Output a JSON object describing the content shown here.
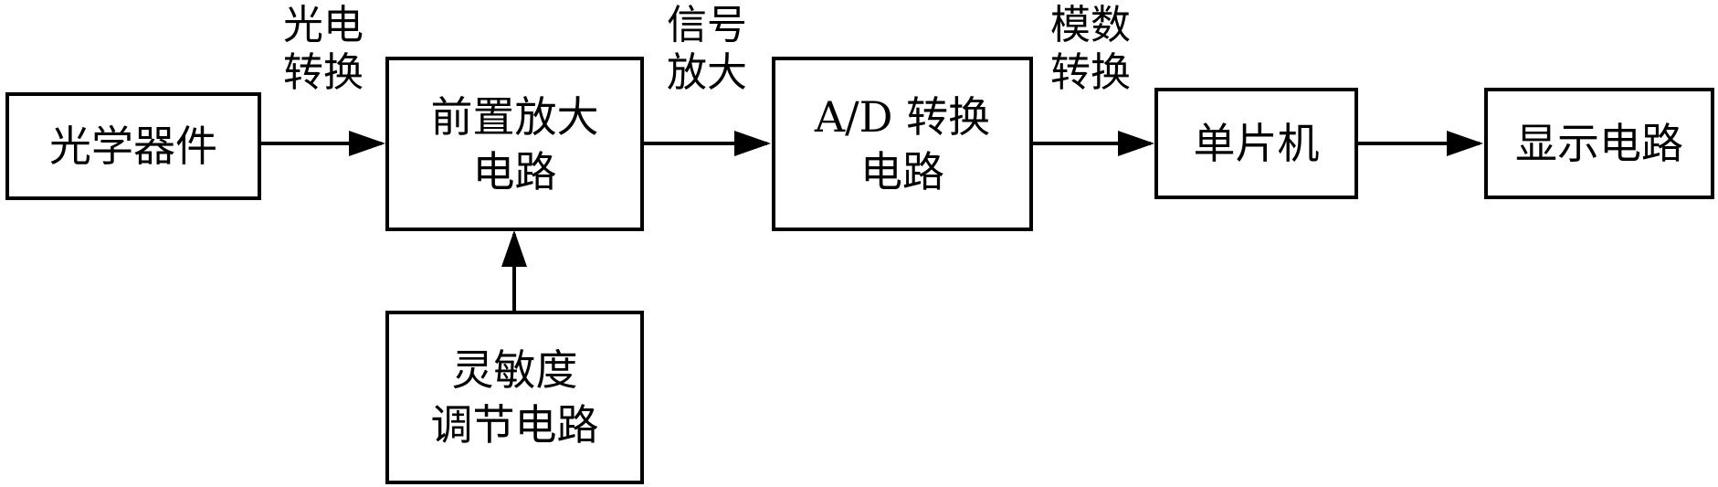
{
  "blocks": {
    "optical": [
      "光学器件"
    ],
    "preamp": [
      "前置放大",
      "电路"
    ],
    "adc": [
      "A/D 转换",
      "电路"
    ],
    "mcu": [
      "单片机"
    ],
    "display": [
      "显示电路"
    ],
    "sensitivity": [
      "灵敏度",
      "调节电路"
    ]
  },
  "edge_labels": {
    "photoelectric": [
      "光电",
      "转换"
    ],
    "signal_amp": [
      "信号",
      "放大"
    ],
    "analog_conv": [
      "模数",
      "转换"
    ]
  }
}
